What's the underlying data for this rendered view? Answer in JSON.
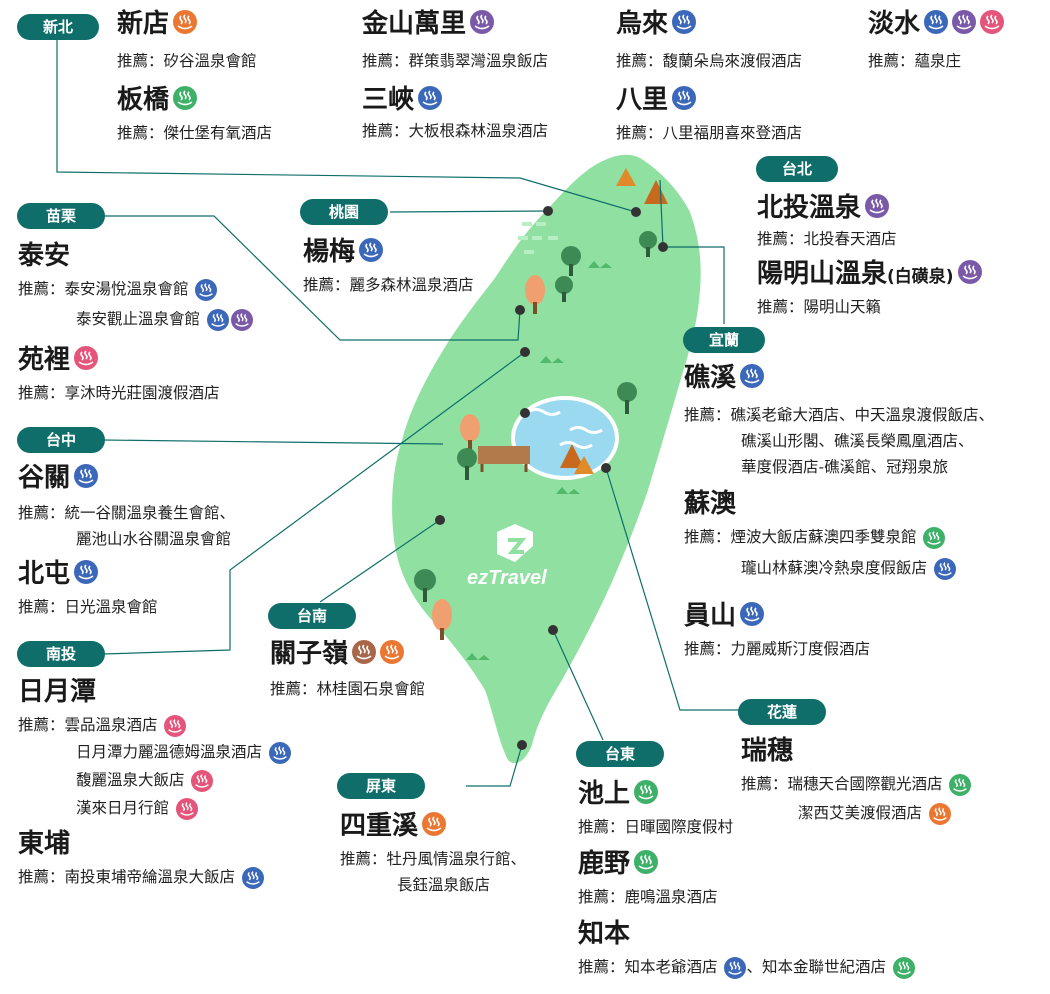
{
  "brand": {
    "logo_text": "ezTravel"
  },
  "colors": {
    "map_fill": "#8fe0a1",
    "lake": "#9ad9f0",
    "tag": "#0f6e6a",
    "spring_types": {
      "blue": "#3b68b8",
      "purple": "#7a5aa8",
      "pink": "#e5547a",
      "orange": "#ea7732",
      "green": "#3fb068",
      "brown": "#a9674a"
    }
  },
  "rec_prefix": "推薦：",
  "regions": {
    "xinbei": "新北",
    "taipei": "台北",
    "taoyuan": "桃園",
    "miaoli": "苗栗",
    "yilan": "宜蘭",
    "taichung": "台中",
    "nantou": "南投",
    "tainan": "台南",
    "pingtung": "屏東",
    "taitung": "台東",
    "hualien": "花蓮"
  },
  "spots": {
    "xindian": {
      "name": "新店",
      "springs": [
        "orange"
      ],
      "recs": [
        "矽谷溫泉會館"
      ]
    },
    "banqiao": {
      "name": "板橋",
      "springs": [
        "green"
      ],
      "recs": [
        "傑仕堡有氧酒店"
      ]
    },
    "jinshan": {
      "name": "金山萬里",
      "springs": [
        "purple"
      ],
      "recs": [
        "群策翡翠灣溫泉飯店"
      ]
    },
    "sanxia": {
      "name": "三峽",
      "springs": [
        "blue"
      ],
      "recs": [
        "大板根森林溫泉酒店"
      ]
    },
    "wulai": {
      "name": "烏來",
      "springs": [
        "blue"
      ],
      "recs": [
        "馥蘭朵烏來渡假酒店"
      ]
    },
    "bali": {
      "name": "八里",
      "springs": [
        "blue"
      ],
      "recs": [
        "八里福朋喜來登酒店"
      ]
    },
    "tamsui": {
      "name": "淡水",
      "springs": [
        "blue",
        "purple",
        "pink"
      ],
      "recs": [
        "蘊泉庄"
      ]
    },
    "beitou": {
      "name": "北投溫泉",
      "springs": [
        "purple"
      ],
      "recs": [
        "北投春天酒店"
      ]
    },
    "yangming": {
      "name": "陽明山溫泉",
      "sub": "(白磺泉)",
      "springs": [
        "purple"
      ],
      "recs": [
        "陽明山天籟"
      ]
    },
    "yangmei": {
      "name": "楊梅",
      "springs": [
        "blue"
      ],
      "recs": [
        "麗多森林溫泉酒店"
      ]
    },
    "taian": {
      "name": "泰安",
      "recs": [
        "泰安湯悅溫泉會館",
        "泰安觀止溫泉會館"
      ]
    },
    "yuanli": {
      "name": "苑裡",
      "springs": [
        "pink"
      ],
      "recs": [
        "享沐時光莊園渡假酒店"
      ]
    },
    "jiaoxi": {
      "name": "礁溪",
      "springs": [
        "blue"
      ],
      "recs": [
        "礁溪老爺大酒店、中天溫泉渡假飯店、",
        "礁溪山形閣、礁溪長榮鳳凰酒店、",
        "華度假酒店-礁溪館、冠翔泉旅"
      ]
    },
    "suao": {
      "name": "蘇澳",
      "recs": [
        "煙波大飯店蘇澳四季雙泉館",
        "瓏山林蘇澳冷熱泉度假飯店"
      ]
    },
    "yuanshan": {
      "name": "員山",
      "springs": [
        "blue"
      ],
      "recs": [
        "力麗威斯汀度假酒店"
      ]
    },
    "guguan": {
      "name": "谷關",
      "springs": [
        "blue"
      ],
      "recs": [
        "統一谷關溫泉養生會館、",
        "麗池山水谷關溫泉會館"
      ]
    },
    "beitun": {
      "name": "北屯",
      "springs": [
        "blue"
      ],
      "recs": [
        "日光溫泉會館"
      ]
    },
    "sunmoon": {
      "name": "日月潭",
      "recs": [
        "雲品溫泉酒店",
        "日月潭力麗溫德姆溫泉酒店",
        "馥麗溫泉大飯店",
        "漢來日月行館"
      ]
    },
    "dongpu": {
      "name": "東埔",
      "recs": [
        "南投東埔帝綸溫泉大飯店"
      ]
    },
    "guanziling": {
      "name": "關子嶺",
      "springs": [
        "brown",
        "orange"
      ],
      "recs": [
        "林桂園石泉會館"
      ]
    },
    "sichongxi": {
      "name": "四重溪",
      "springs": [
        "orange"
      ],
      "recs": [
        "牡丹風情溫泉行館、",
        "長鈺溫泉飯店"
      ]
    },
    "chishang": {
      "name": "池上",
      "springs": [
        "green"
      ],
      "recs": [
        "日暉國際度假村"
      ]
    },
    "luye": {
      "name": "鹿野",
      "springs": [
        "green"
      ],
      "recs": [
        "鹿鳴溫泉酒店"
      ]
    },
    "zhiben": {
      "name": "知本",
      "recs": [
        "知本老爺酒店",
        "、知本金聯世紀酒店"
      ]
    },
    "ruisui": {
      "name": "瑞穗",
      "recs": [
        "瑞穗天合國際觀光酒店",
        "潔西艾美渡假酒店"
      ]
    }
  }
}
